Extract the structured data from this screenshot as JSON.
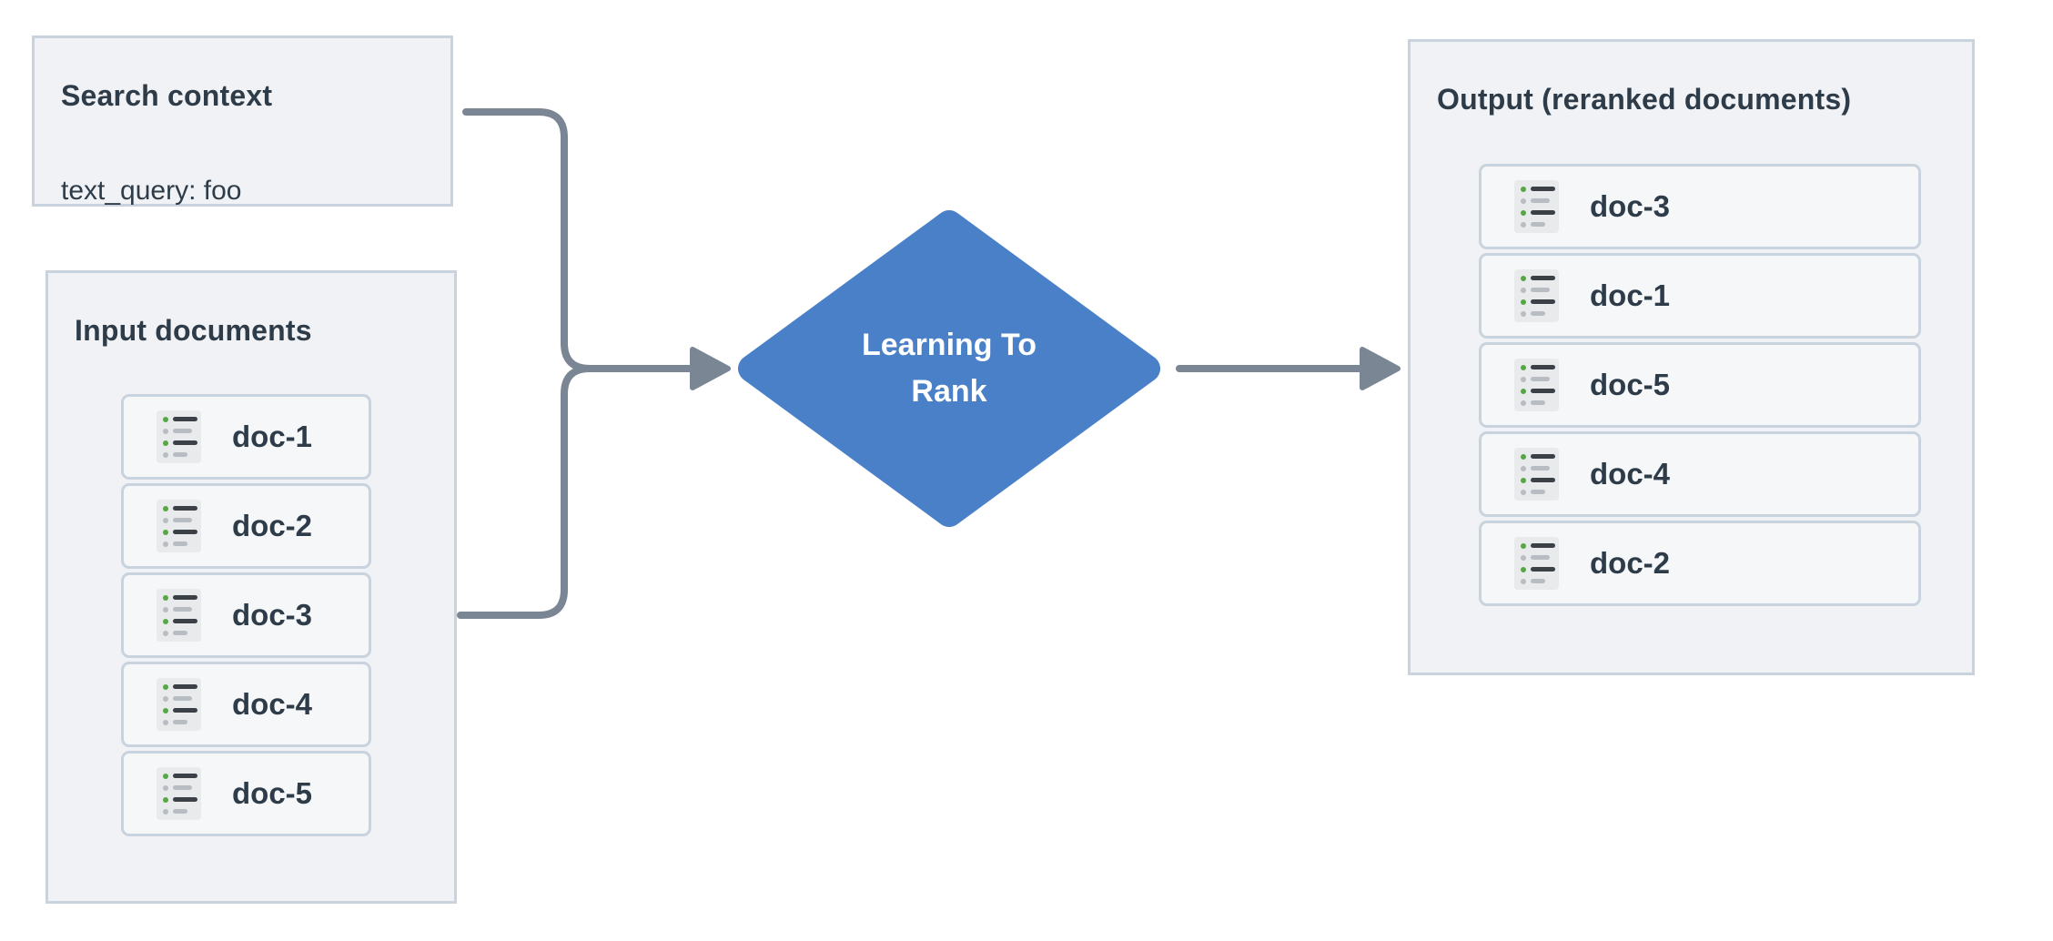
{
  "diagram": {
    "search_context": {
      "title": "Search context",
      "query": "text_query: foo"
    },
    "input_documents": {
      "title": "Input documents",
      "docs": [
        "doc-1",
        "doc-2",
        "doc-3",
        "doc-4",
        "doc-5"
      ]
    },
    "process": {
      "label": "Learning To Rank"
    },
    "output": {
      "title": "Output (reranked documents)",
      "docs": [
        "doc-3",
        "doc-1",
        "doc-5",
        "doc-4",
        "doc-2"
      ]
    },
    "icons": {
      "doc_icon": "document-list-icon"
    },
    "colors": {
      "canvas_bg": "#ffffff",
      "box_bg": "#f0f2f5",
      "box_border": "#c9d3dd",
      "card_bg": "#f5f7f9",
      "card_border": "#c9d3dd",
      "text_dark": "#2e3c49",
      "diamond_blue": "#4a80c8",
      "diamond_text": "#ffffff",
      "arrow_gray": "#7b8694",
      "icon_bg": "#e9eaeb",
      "icon_green": "#57a747",
      "icon_muted": "#b7bdc3",
      "icon_dark": "#3c4148"
    }
  }
}
